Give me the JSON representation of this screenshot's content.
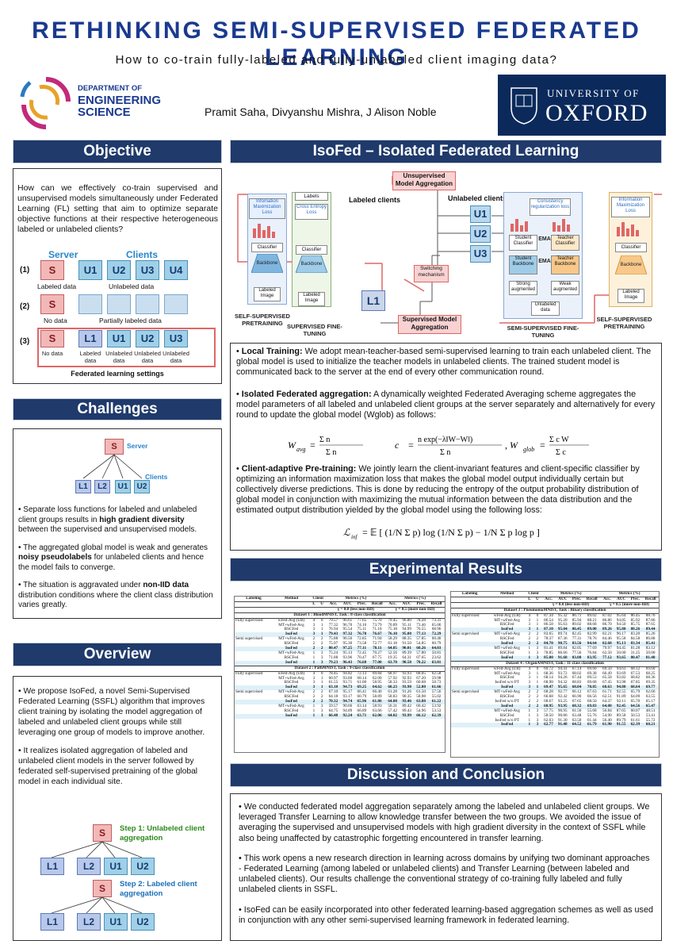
{
  "header": {
    "title": "RETHINKING SEMI-SUPERVISED FEDERATED LEARNING",
    "subtitle": "How to co-train fully-labeled and fully-unlabeled client imaging data?",
    "authors": "Pramit Saha, Divyanshu Mishra, J Alison Noble",
    "left_logo": {
      "lines": [
        "DEPARTMENT OF",
        "ENGINEERING",
        "SCIENCE"
      ]
    },
    "right_logo": {
      "lines": [
        "UNIVERSITY OF",
        "OXFORD"
      ]
    }
  },
  "objective": {
    "heading": "Objective",
    "question": "How can we effectively co-train supervised and unsupervised models simultaneously under Federated Learning (FL) setting that aim to optimize separate objective functions at their respective heterogeneous labeled or unlabeled clients?",
    "server_label": "Server",
    "clients_label": "Clients",
    "row1": {
      "num": "(1)",
      "nodes": [
        "S",
        "U1",
        "U2",
        "U3",
        "U4"
      ],
      "server_caption": "Labeled data",
      "clients_caption": "Unlabeled data"
    },
    "row2": {
      "num": "(2)",
      "nodes": [
        "S"
      ],
      "server_caption": "No data",
      "clients_caption": "Partially labeled data"
    },
    "row3": {
      "num": "(3)",
      "nodes": [
        "S",
        "L1",
        "U1",
        "U2",
        "U3"
      ],
      "captions": [
        "No data",
        "Labeled data",
        "Unlabeled data",
        "Unlabeled data",
        "Unlabeled data"
      ],
      "footer": "Federated learning settings"
    }
  },
  "challenges": {
    "heading": "Challenges",
    "server_label": "Server",
    "clients_label": "Clients",
    "nodes": [
      "S",
      "L1",
      "L2",
      "U1",
      "U2"
    ],
    "bullets": [
      {
        "pre": "Separate loss functions for labeled and unlabeled client groups results in ",
        "bold": "high gradient diversity",
        "post": " between the supervised and unsupervised models."
      },
      {
        "pre": "The aggregated global model is weak and generates ",
        "bold": "noisy pseudolabels",
        "post": " for unlabeled clients and hence the model fails to converge."
      },
      {
        "pre": "The situation is aggravated under ",
        "bold": "non-IID data",
        "post": " distribution conditions where the client class distribution varies greatly."
      }
    ]
  },
  "overview": {
    "heading": "Overview",
    "bullets": [
      "We propose IsoFed, a novel Semi-Supervised Federated Learning (SSFL) algorithm that improves client training by isolating the model aggregation of labeled and unlabeled client groups while still leveraging one group of models to improve another.",
      "It realizes isolated aggregation of labeled and unlabeled client models in the server followed by federated self-supervised pretraining of the global model in each individual site."
    ],
    "step1": "Step 1: Unlabeled client aggregation",
    "step2": "Step 2: Labeled client aggregation",
    "nodes": [
      "S",
      "L1",
      "L2",
      "U1",
      "U2"
    ]
  },
  "isofed": {
    "heading": "IsoFed – Isolated Federated Learning",
    "diagram": {
      "unsup_agg": "Unsupervised Model Aggregation",
      "sup_agg": "Supervised Model Aggregation",
      "switching": "Switching mechanism",
      "labeled_clients": "Labeled clients",
      "unlabeled_clients": "Unlabeled clients",
      "info_max": "Infomation Maximization Loss",
      "info_max_right": "Information Maximization Loss",
      "labels": "Labels",
      "ce_loss": "Cross Entropy Loss",
      "classifier": "Classifier",
      "backbone": "Backbone",
      "labeled_image": "Labeled Image",
      "unlabeled_data": "Unlabeled data",
      "consistency": "Consistency regularization loss",
      "student_classifier": "Student Classifier",
      "teacher_classifier": "Teacher Classifier",
      "student_backbone": "Student Backbone",
      "teacher_backbone": "Teacher Backbone",
      "ema": "EMA",
      "strong": "Strong augmented",
      "weak": "Weak augmented",
      "l1": "L1",
      "u_nodes": [
        "U1",
        "U2",
        "U3"
      ],
      "stage1": "SELF-SUPERVISED PRETRAINING",
      "stage2": "SUPERVISED FINE-TUNING",
      "stage3": "SEMI-SUPERVISED FINE-TUNING",
      "stage4": "SELF-SUPERVISED PRETRAINING"
    },
    "bullets": [
      {
        "bold": "Local Training:",
        "text": " We adopt mean-teacher-based semi-supervised learning to train each unlabeled client. The global model is used to initialize the teacher models in unlabeled clients. The trained student model is communicated back to the server at the end of every other communication round."
      },
      {
        "bold": "Isolated Federated aggregation:",
        "text": " A dynamically weighted Federated Averaging scheme aggregates the model parameters of all labeled and unlabeled client groups at the server separately and alternatively for every round to update the global model (Wglob) as follows:"
      },
      {
        "bold": "Client-adaptive Pre-training:",
        "text": " We jointly learn the client-invariant features and client-specific classifier by optimizing an information maximization loss that makes the global model output individually certain but collectively diverse predictions. This is done by reducing the entropy of the output probability distribution of global model in conjunction with maximizing the mutual information between the data distribution and the estimated output distribution yielded by the global model using the following loss:"
      }
    ]
  },
  "results": {
    "heading": "Experimental Results",
    "table_left": {
      "rows": [
        [
          "ds",
          "Dataset 1 : BloodMNIST, Task : 8-class classification"
        ],
        [
          "Fully supervised",
          "wFed-Avg (UB)",
          "4",
          "0",
          "79.57",
          "96.61",
          "77.65",
          "75.70",
          "79.45",
          "96.80",
          "78.28",
          "73.31"
        ],
        [
          "",
          "MT+wFed-Avg",
          "3",
          "1",
          "77.32",
          "96.70",
          "74.16",
          "73.79",
          "70.89",
          "95.11",
          "73.46",
          "65.06"
        ],
        [
          "",
          "RSCFed",
          "3",
          "1",
          "76.94",
          "95.54",
          "75.11",
          "71.18",
          "75.18",
          "94.99",
          "76.55",
          "68.96"
        ],
        [
          "iso",
          "IsoFed",
          "3",
          "1",
          "79.43",
          "97.32",
          "76.70",
          "76.67",
          "76.10",
          "95.88",
          "77.13",
          "72.29"
        ],
        [
          "Semi supervised",
          "MT+wFed-Avg",
          "2",
          "2",
          "75.88",
          "96.56",
          "72.85",
          "71.94",
          "58.29",
          "88.35",
          "57.85",
          "60.46"
        ],
        [
          "",
          "RSCFed",
          "2",
          "2",
          "75.97",
          "95.30",
          "73.58",
          "72.77",
          "61.18",
          "91.50",
          "54.85",
          "60.79"
        ],
        [
          "iso",
          "IsoFed",
          "2",
          "2",
          "80.47",
          "97.25",
          "77.11",
          "78.11",
          "64.05",
          "90.01",
          "60.26",
          "64.03"
        ],
        [
          "",
          "MT+wFed-Avg",
          "1",
          "3",
          "75.24",
          "95.13",
          "72.45",
          "70.27",
          "52.56",
          "89.39",
          "57.80",
          "50.81"
        ],
        [
          "",
          "RSCFed",
          "1",
          "3",
          "71.88",
          "93.96",
          "70.47",
          "67.75",
          "19.35",
          "64.31",
          "07.65",
          "23.62"
        ],
        [
          "iso",
          "IsoFed",
          "1",
          "3",
          "79.23",
          "96.43",
          "76.68",
          "77.00",
          "63.70",
          "90.58",
          "70.22",
          "63.81"
        ],
        [
          "ds",
          "Dataset 2 : PathMNIST, Task : 9-class classification"
        ],
        [
          "Fully supervised",
          "wFed-Avg (UB)",
          "4",
          "0",
          "78.45",
          "94.82",
          "72.13",
          "69.84",
          "68.97",
          "93.93",
          "68.05",
          "62.58"
        ],
        [
          "",
          "MT+wFed-Avg",
          "3",
          "1",
          "60.97",
          "93.60",
          "68.14",
          "62.00",
          "57.92",
          "92.93",
          "67.20",
          "59.98"
        ],
        [
          "",
          "RSCFed",
          "3",
          "1",
          "61.55",
          "93.71",
          "61.00",
          "58.95",
          "58.33",
          "93.59",
          "60.68",
          "58.73"
        ],
        [
          "iso",
          "IsoFed",
          "3",
          "1",
          "63.10",
          "94.73",
          "69.25",
          "64.62",
          "60.23",
          "93.98",
          "52.80",
          "61.66"
        ],
        [
          "Semi supervised",
          "MT+wFed-Avg",
          "2",
          "2",
          "67.10",
          "95.17",
          "66.41",
          "66.40",
          "61.28",
          "91.26",
          "61.50",
          "57.56"
        ],
        [
          "",
          "RSCFed",
          "2",
          "2",
          "64.18",
          "93.17",
          "60.79",
          "58.89",
          "58.83",
          "90.35",
          "58.98",
          "55.02"
        ],
        [
          "iso",
          "IsoFed",
          "2",
          "2",
          "70.32",
          "94.74",
          "65.96",
          "61.86",
          "64.00",
          "93.46",
          "63.88",
          "61.22"
        ],
        [
          "",
          "MT+wFed-Avg",
          "1",
          "3",
          "59.57",
          "90.66",
          "63.14",
          "58.93",
          "56.31",
          "89.42",
          "60.42",
          "53.92"
        ],
        [
          "",
          "RSCFed",
          "1",
          "3",
          "64.75",
          "94.09",
          "66.89",
          "63.66",
          "57.42",
          "89.43",
          "54.96",
          "53.53"
        ],
        [
          "iso",
          "IsoFed",
          "1",
          "3",
          "66.48",
          "92.24",
          "63.71",
          "62.06",
          "64.02",
          "93.99",
          "66.12",
          "62.39"
        ]
      ]
    },
    "table_right": {
      "rows": [
        [
          "ds",
          "Dataset 3 : PneumoniaMNIST, Task : Binary classification"
        ],
        [
          "Fully supervised",
          "wFed-Avg (UB)",
          "4",
          "0",
          "87.34",
          "95.32",
          "86.71",
          "89.02",
          "87.02",
          "95.64",
          "86.45",
          "88.76"
        ],
        [
          "",
          "MT+wFed-Avg",
          "3",
          "1",
          "86.54",
          "95.20",
          "85.94",
          "88.21",
          "86.86",
          "94.85",
          "85.92",
          "87.86"
        ],
        [
          "",
          "RSCFed",
          "3",
          "1",
          "86.58",
          "95.63",
          "89.02",
          "88.68",
          "86.70",
          "94.50",
          "85.75",
          "87.65"
        ],
        [
          "iso",
          "IsoFed",
          "3",
          "1",
          "87.10",
          "95.04",
          "86.45",
          "89.00",
          "89.26",
          "95.80",
          "88.26",
          "89.44"
        ],
        [
          "Semi supervised",
          "MT+wFed-Avg",
          "2",
          "2",
          "83.65",
          "89.74",
          "82.45",
          "82.99",
          "82.21",
          "96.17",
          "83.20",
          "85.26"
        ],
        [
          "",
          "RSCFed",
          "2",
          "2",
          "78.37",
          "87.36",
          "77.31",
          "78.76",
          "84.46",
          "95.58",
          "84.58",
          "86.88"
        ],
        [
          "iso",
          "IsoFed",
          "2",
          "2",
          "84.70",
          "90.75",
          "83.56",
          "84.64",
          "82.68",
          "95.13",
          "83.34",
          "85.41"
        ],
        [
          "",
          "MT+wFed-Avg",
          "1",
          "3",
          "81.41",
          "89.84",
          "82.05",
          "77.69",
          "79.97",
          "94.45",
          "81.28",
          "83.12"
        ],
        [
          "",
          "RSCFed",
          "1",
          "3",
          "78.85",
          "86.66",
          "77.56",
          "76.84",
          "62.50",
          "50.00",
          "31.25",
          "50.00"
        ],
        [
          "iso",
          "IsoFed",
          "1",
          "3",
          "85.00",
          "91.68",
          "83.08",
          "83.95",
          "77.12",
          "93.65",
          "80.47",
          "81.40"
        ],
        [
          "ds",
          "Dataset 4 : OrganAMNIST, Task : 11-class classification"
        ],
        [
          "Fully supervised",
          "wFed-Avg (UB)",
          "4",
          "0",
          "69.72",
          "94.41",
          "67.14",
          "69.60",
          "69.50",
          "94.63",
          "68.12",
          "69.60"
        ],
        [
          "",
          "MT+wFed-Avg",
          "3",
          "1",
          "68.36",
          "93.72",
          "68.02",
          "69.38",
          "66.49",
          "93.69",
          "67.53",
          "68.25"
        ],
        [
          "",
          "RSCFed",
          "3",
          "1",
          "68.14",
          "94.26",
          "67.44",
          "69.53",
          "65.58",
          "93.82",
          "68.82",
          "68.36"
        ],
        [
          "",
          "IsoFed w/o PT",
          "3",
          "1",
          "68.98",
          "94.32",
          "68.83",
          "69.68",
          "67.45",
          "93.98",
          "67.85",
          "69.35"
        ],
        [
          "iso",
          "IsoFed",
          "3",
          "1",
          "69.47",
          "95.65",
          "68.04",
          "70.85",
          "68.63",
          "94.88",
          "68.64",
          "69.77"
        ],
        [
          "Semi supervised",
          "MT+wFed-Avg",
          "2",
          "2",
          "68.28",
          "92.77",
          "66.12",
          "67.63",
          "61.71",
          "92.55",
          "65.79",
          "62.66"
        ],
        [
          "",
          "RSCFed",
          "2",
          "2",
          "66.68",
          "92.42",
          "66.90",
          "66.56",
          "62.51",
          "91.89",
          "64.09",
          "63.55"
        ],
        [
          "",
          "IsoFed w/o PT",
          "2",
          "2",
          "68.67",
          "93.25",
          "67.65",
          "68.50",
          "64.37",
          "92.11",
          "65.70",
          "65.17"
        ],
        [
          "iso",
          "IsoFed",
          "2",
          "2",
          "68.95",
          "93.95",
          "68.32",
          "69.83",
          "64.08",
          "92.45",
          "64.56",
          "65.47"
        ],
        [
          "",
          "MT+wFed-Avg",
          "1",
          "3",
          "57.75",
          "90.95",
          "61.50",
          "55.68",
          "56.84",
          "87.65",
          "60.07",
          "48.51"
        ],
        [
          "",
          "RSCFed",
          "1",
          "3",
          "58.50",
          "90.86",
          "63.48",
          "55.76",
          "54.90",
          "89.58",
          "50.53",
          "53.41"
        ],
        [
          "",
          "IsoFed w/o PT",
          "1",
          "3",
          "62.03",
          "91.30",
          "63.50",
          "61.44",
          "56.40",
          "89.79",
          "61.61",
          "55.72"
        ],
        [
          "iso",
          "IsoFed",
          "1",
          "3",
          "62.77",
          "91.48",
          "64.52",
          "61.79",
          "61.90",
          "91.55",
          "62.39",
          "60.21"
        ]
      ]
    },
    "col_labeling": "Labeling",
    "col_method": "Method",
    "col_client": "Client",
    "col_l": "L",
    "col_u": "U",
    "col_metrics": "Metrics (%)",
    "col_names": [
      "Acc.",
      "AUC",
      "Prec.",
      "Recall"
    ],
    "gamma1": "γ = 0.8 (less non-IID)",
    "gamma2": "γ = 0.5 (more non-IID)"
  },
  "discussion": {
    "heading": "Discussion and Conclusion",
    "bullets": [
      "We conducted federated model aggregation separately among the labeled and unlabeled client groups. We leveraged Transfer Learning to allow knowledge transfer between the two groups. We avoided the issue of averaging the supervised and unsupervised models with high gradient diversity in the context of SSFL while also being unaffected by catastrophic forgetting encountered in transfer learning.",
      "This work opens a new research direction in learning across domains by unifying two dominant approaches - Federated Learning (among labeled or unlabeled clients) and Transfer Learning (between labeled and unlabeled clients). Our results challenge the conventional strategy of co-training fully labeled and fully unlabeled clients in SSFL.",
      "IsoFed can be easily incorporated into other federated learning-based aggregation schemes as well as used in conjunction with any other semi-supervised learning framework in federated learning."
    ]
  }
}
